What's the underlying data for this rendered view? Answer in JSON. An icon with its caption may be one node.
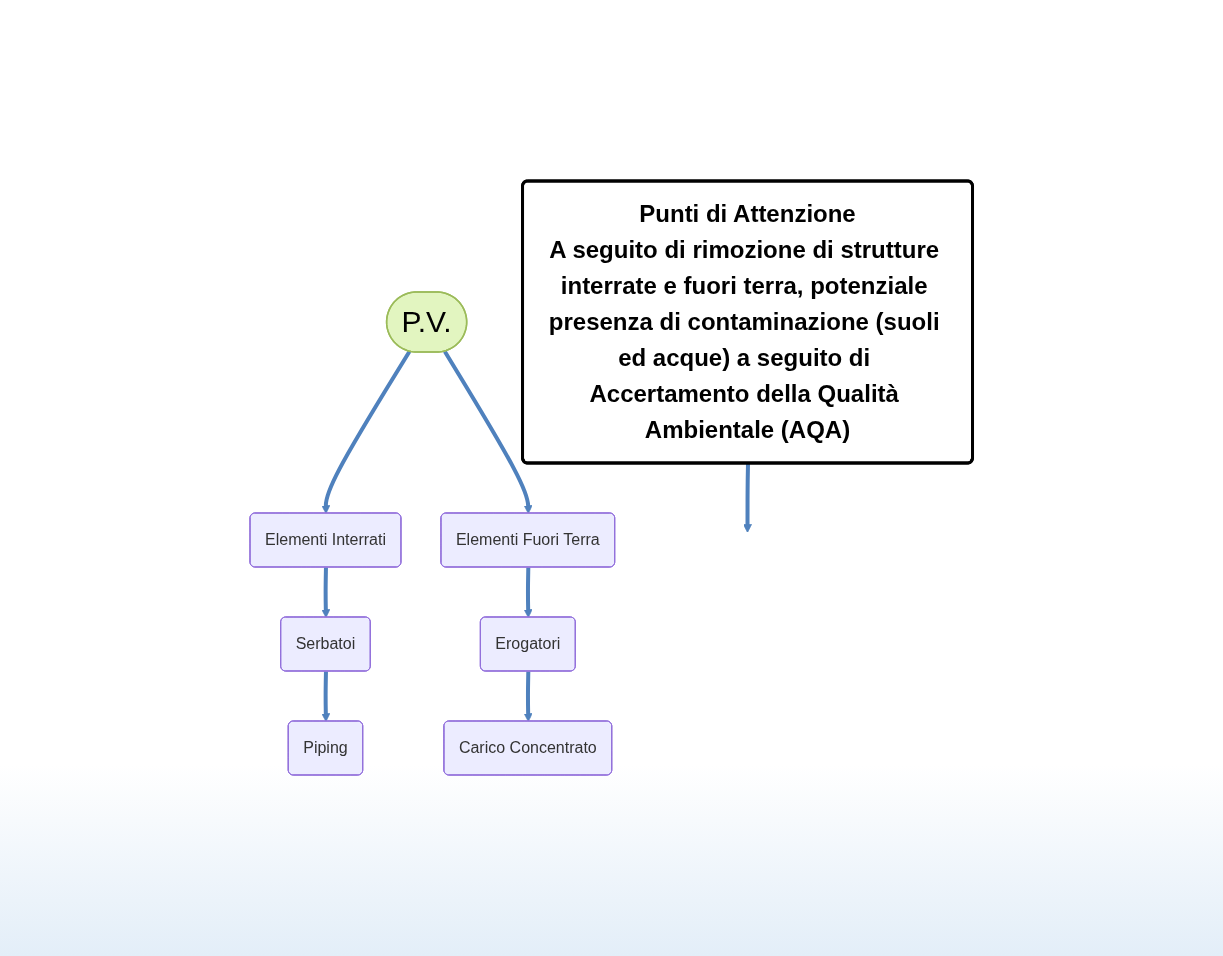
{
  "diagram": {
    "nodes": [
      {
        "text": [
          "P.V."
        ]
      },
      {
        "text": [
          "Elementi Interrati"
        ]
      },
      {
        "text": [
          "Elementi Fuori Terra"
        ]
      },
      {
        "text": [
          "Serbatoi"
        ]
      },
      {
        "text": [
          "Piping"
        ]
      },
      {
        "text": [
          "Punti di Attenzione",
          "A seguito di rimozione di strutture interrate e fuori terra, potenziale presenza di contaminazione (suoli ed acque) a seguito di Accertamento della Qualità Ambientale (AQA)"
        ]
      },
      {
        "text": [
          "Erogatori"
        ]
      },
      {
        "text": [
          "Carico Concentrato"
        ]
      }
    ],
    "edges": [
      {
        "from": 0,
        "to": 1,
        "arrow": "to"
      },
      {
        "from": 0,
        "to": 2,
        "arrow": "to"
      },
      {
        "from": 1,
        "to": 3,
        "arrow": "to"
      },
      {
        "from": 3,
        "to": 4,
        "arrow": "to"
      },
      {
        "from": 2,
        "to": 6,
        "arrow": "to"
      },
      {
        "from": 6,
        "to": 7,
        "arrow": "to"
      },
      {
        "from": 5,
        "to": null,
        "arrow": "to"
      }
    ]
  }
}
